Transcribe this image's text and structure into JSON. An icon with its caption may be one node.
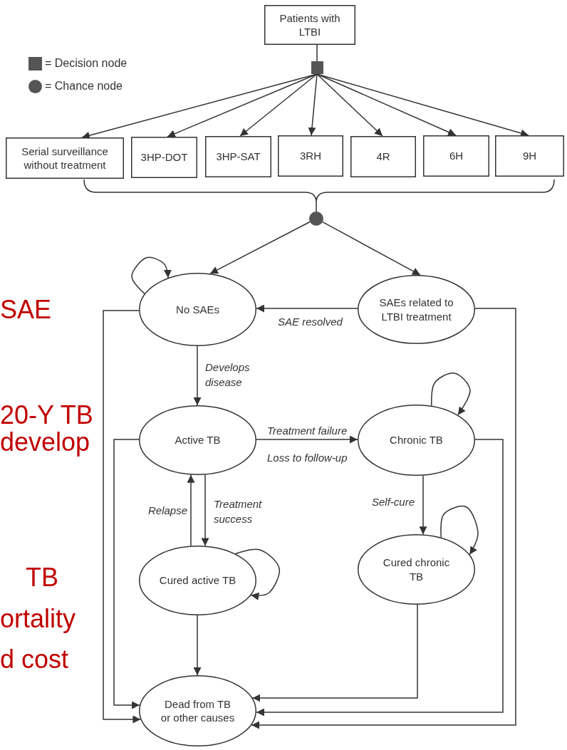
{
  "diagram": {
    "nodes": [
      {
        "text": [
          "Patients with LTBI"
        ]
      },
      {
        "text": [],
        "shape": "box"
      },
      {
        "text": [
          "Serial surveillance without treatment"
        ]
      },
      {
        "text": [
          "3HP-DOT"
        ]
      },
      {
        "text": [
          "3HP-SAT"
        ]
      },
      {
        "text": [
          "3RH"
        ]
      },
      {
        "text": [
          "4R"
        ]
      },
      {
        "text": [
          "6H"
        ]
      },
      {
        "text": [
          "9H"
        ]
      },
      {
        "text": [],
        "shape": "circle"
      },
      {
        "text": [
          "No SAEs"
        ]
      },
      {
        "text": [
          "SAEs related to LTBI treatment"
        ]
      },
      {
        "text": [
          "Active TB"
        ]
      },
      {
        "text": [
          "Chronic TB"
        ]
      },
      {
        "text": [
          "Cured active TB"
        ]
      },
      {
        "text": [
          "Cured chronic TB"
        ]
      },
      {
        "text": [
          "Dead from TB or other causes"
        ]
      }
    ],
    "edges": [
      {
        "from": 0,
        "to": 1,
        "arrow": "none"
      },
      {
        "from": 1,
        "to": 2,
        "arrow": "to"
      },
      {
        "from": 1,
        "to": 3,
        "arrow": "to"
      },
      {
        "from": 1,
        "to": 4,
        "arrow": "to"
      },
      {
        "from": 1,
        "to": 5,
        "arrow": "to"
      },
      {
        "from": 1,
        "to": 6,
        "arrow": "to"
      },
      {
        "from": 1,
        "to": 7,
        "arrow": "to"
      },
      {
        "from": 1,
        "to": 8,
        "arrow": "to"
      },
      {
        "from": 9,
        "to": 10,
        "arrow": "to"
      },
      {
        "from": 9,
        "to": 11,
        "arrow": "to"
      },
      {
        "from": 10,
        "to": 10,
        "arrow": "to"
      },
      {
        "from": 11,
        "to": 10,
        "arrow": "to",
        "label": "SAE resolved"
      },
      {
        "from": 10,
        "to": 12,
        "arrow": "to",
        "label": "Develops disease"
      },
      {
        "from": 10,
        "to": 16,
        "arrow": "to"
      },
      {
        "from": 11,
        "to": 16,
        "arrow": "to"
      },
      {
        "from": 12,
        "to": 13,
        "arrow": "to",
        "label": "Treatment failure"
      },
      {
        "from": 12,
        "to": 14,
        "arrow": "to",
        "label": "Treatment success"
      },
      {
        "from": 14,
        "to": 12,
        "arrow": "to",
        "label": "Relapse"
      },
      {
        "from": 14,
        "to": 14,
        "arrow": "to"
      },
      {
        "from": 13,
        "to": 13,
        "arrow": "to"
      },
      {
        "from": 13,
        "to": 15,
        "arrow": "to",
        "label": "Self-cure"
      },
      {
        "from": 15,
        "to": 15,
        "arrow": "to"
      },
      {
        "from": 12,
        "to": 16,
        "arrow": "to"
      },
      {
        "from": 14,
        "to": 16,
        "arrow": "to"
      },
      {
        "from": 15,
        "to": 16,
        "arrow": "to"
      },
      {
        "from": 13,
        "to": 16,
        "arrow": "to"
      }
    ],
    "labels": [
      "SAE",
      "20-Y TB",
      "develop",
      "Loss to follow-up",
      "TB",
      "ortality",
      "d cost"
    ],
    "legend": [
      {
        "text": "= Decision node"
      },
      {
        "text": "= Chance node"
      }
    ]
  }
}
